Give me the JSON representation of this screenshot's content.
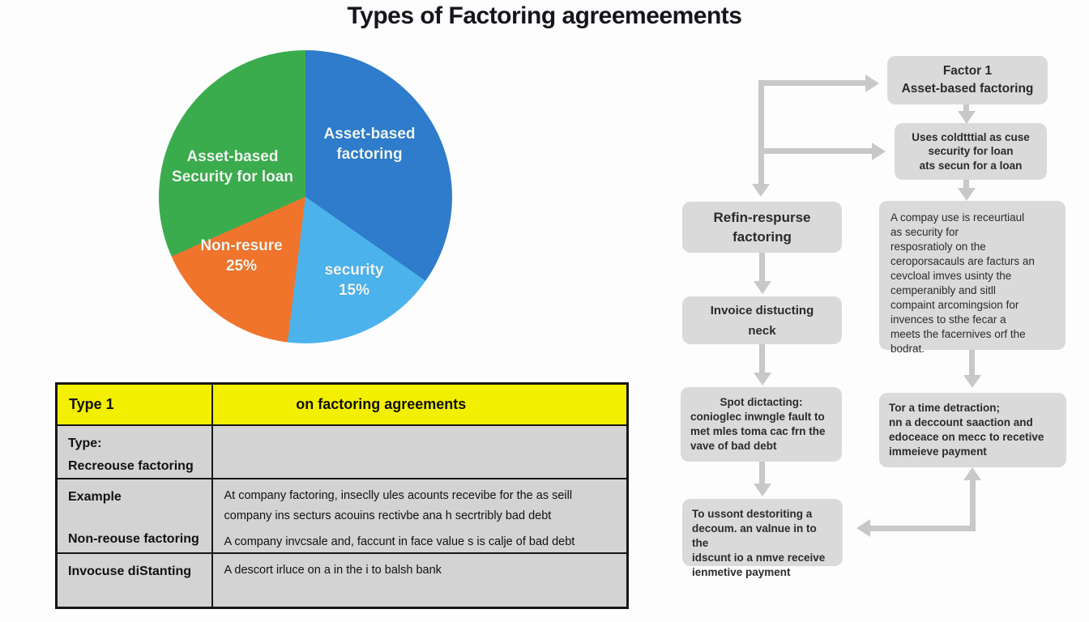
{
  "title": "Types of Factoring agreemeements",
  "colors": {
    "arrow": "#c8c8c8",
    "box_bg": "#dadada",
    "box_text": "#2b2b2b",
    "table_header_bg": "#f3ef00",
    "table_body_bg": "#d3d3d3",
    "table_border": "#161616",
    "title_color": "#15161b",
    "pie_label_text": "#eef4ef"
  },
  "chart_data": {
    "type": "pie",
    "title": "Types of Factoring agreemeements",
    "legend": "none (labels inside slices)",
    "slices": [
      {
        "label": "Asset-based factoring",
        "lines": [
          "Asset-based",
          "factoring"
        ],
        "pct_shown": "",
        "value_est_pct": 35,
        "color": "#2e7ccb",
        "start_deg": 0,
        "end_deg": 125
      },
      {
        "label": "security",
        "lines": [
          "security",
          "15%"
        ],
        "pct_shown": "15%",
        "value_est_pct": 17,
        "color": "#4cb2ec",
        "start_deg": 125,
        "end_deg": 187
      },
      {
        "label": "Non-resure",
        "lines": [
          "Non-resure",
          "25%"
        ],
        "pct_shown": "25%",
        "value_est_pct": 16,
        "color": "#f0742b",
        "start_deg": 187,
        "end_deg": 246
      },
      {
        "label": "Asset-based Security for loan",
        "lines": [
          "Asset-based",
          "Security for loan"
        ],
        "pct_shown": "",
        "value_est_pct": 32,
        "color": "#3bac4e",
        "start_deg": 246,
        "end_deg": 360
      }
    ]
  },
  "table": {
    "header": {
      "col1": "Type 1",
      "col2": "on factoring agreements"
    },
    "rows": [
      {
        "col1_lines": [
          "Type:",
          "Recreouse factoring"
        ],
        "col2_lines": []
      },
      {
        "col1_lines": [
          "Example",
          "",
          "Non-reouse factoring"
        ],
        "col2_lines": [
          "At company factoring, inseclly ules acounts recevibe for the as seill",
          "company ins secturs acouins rectivbe ana h secrtribly bad debt",
          "",
          "A company invcsale and, faccunt in face value s is calje of bad debt"
        ]
      },
      {
        "col1_lines": [
          "Invocuse diStanting"
        ],
        "col2_lines": [
          "A descort irluce on a in the i to balsh bank"
        ]
      }
    ]
  },
  "flowchart": {
    "boxes": [
      {
        "id": "factor1",
        "lines": [
          "Factor 1",
          "Asset-based factoring"
        ]
      },
      {
        "id": "uses",
        "lines": [
          "Uses coldtttial as cuse",
          "security for loan",
          "ats secun for a loan"
        ]
      },
      {
        "id": "refn",
        "lines": [
          "Refin-respurse",
          "factoring"
        ]
      },
      {
        "id": "invoice",
        "lines": [
          "Invoice distucting",
          "neck"
        ]
      },
      {
        "id": "bigbox",
        "lines": [
          "A compay use is receurtiaul",
          "as security for",
          "resposratioly on the",
          "ceroporsacauls are facturs an",
          "cevcloal imves usinty the",
          "cemperanibly and sitll",
          "compaint arcomingsion for",
          "invences to sthe fecar a",
          "meets the facernives orf the",
          "bodrat."
        ]
      },
      {
        "id": "spot",
        "lines": [
          "Spot dictacting:",
          "conioglec inwngle fault to",
          "met mles toma cac frn the",
          "vave of bad debt"
        ]
      },
      {
        "id": "tor",
        "lines": [
          "Tor a time detraction;",
          "nn a deccount saaction and",
          "edoceace on mecc to recetive",
          "immeieve payment"
        ]
      },
      {
        "id": "tossont",
        "lines": [
          "To ussont destoriting a",
          "decoum. an valnue in to the",
          "idscunt io a nmve receive",
          "ienmetive payment"
        ]
      }
    ]
  }
}
